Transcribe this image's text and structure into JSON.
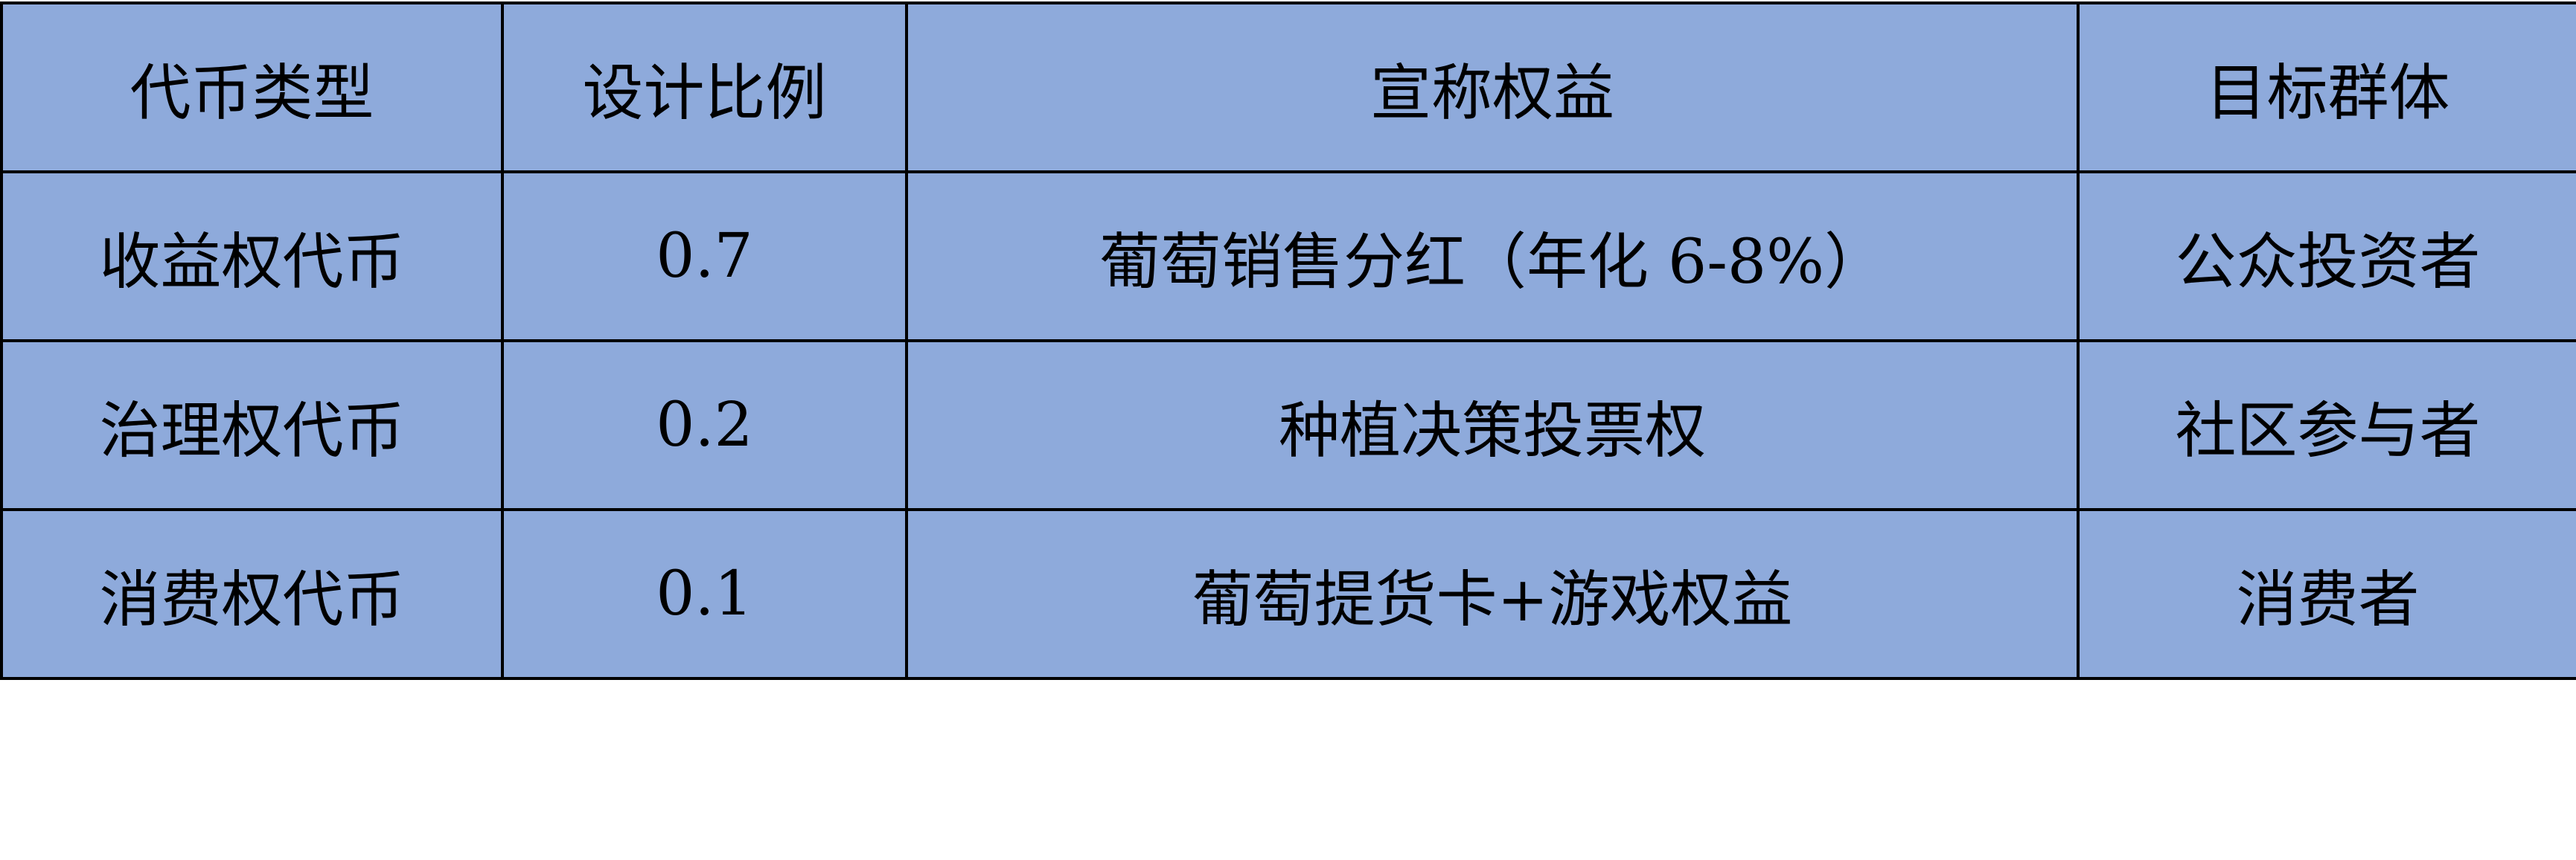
{
  "table": {
    "headers": [
      "代币类型",
      "设计比例",
      "宣称权益",
      "目标群体"
    ],
    "rows": [
      [
        "收益权代币",
        "0.7",
        "葡萄销售分红（年化 6-8%）",
        "公众投资者"
      ],
      [
        "治理权代币",
        "0.2",
        "种植决策投票权",
        "社区参与者"
      ],
      [
        "消费权代币",
        "0.1",
        "葡萄提货卡+游戏权益",
        "消费者"
      ]
    ]
  },
  "colors": {
    "cell_background": "#8eaadb",
    "border": "#000000",
    "text": "#000000"
  }
}
